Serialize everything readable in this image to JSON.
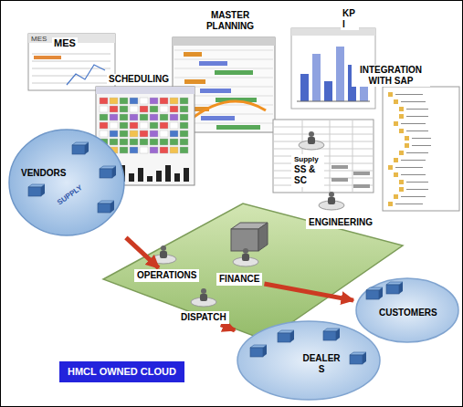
{
  "diagram": {
    "nodes": [
      {
        "text": [
          "VENDORS"
        ]
      },
      {
        "text": [
          "Supply",
          "SS & SC"
        ]
      },
      {
        "text": [
          "ENGINEERING"
        ]
      },
      {
        "text": [
          "OPERATIONS"
        ]
      },
      {
        "text": [
          "FINANCE"
        ]
      },
      {
        "text": [
          "DISPATCH"
        ]
      },
      {
        "text": [
          "CUSTOMERS"
        ]
      },
      {
        "text": [
          "DEALER S"
        ]
      },
      {
        "text": [
          "HMCL OWNED CLOUD"
        ]
      }
    ],
    "edges": [
      {
        "from": 0,
        "to": 3,
        "arrow": "to"
      },
      {
        "from": 4,
        "to": 6,
        "arrow": "to"
      },
      {
        "from": 5,
        "to": 7,
        "arrow": "to"
      }
    ],
    "labels": [
      "MES",
      "MES",
      "MASTER PLANNING",
      "KP I",
      "SCHEDULING",
      "INTEGRATION WITH SAP",
      "SUPPLY"
    ]
  }
}
